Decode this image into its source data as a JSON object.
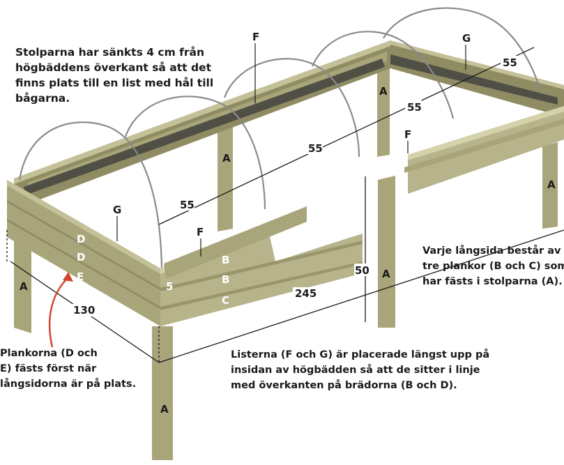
{
  "notes": {
    "top_left": [
      "Stolparna har sänkts 4 cm från",
      "högbäddens överkant så att det",
      "finns plats till en list med hål till",
      "bågarna."
    ],
    "right": [
      "Varje långsida består av",
      "tre plankor (B och C) som",
      "har fästs i stolparna (A)."
    ],
    "bottom_left": [
      "Plankorna (D och",
      "E) fästs först när",
      "långsidorna är på plats."
    ],
    "bottom": [
      "Listerna (F och G) är placerade längst upp på",
      "insidan av högbädden så att de sitter i linje",
      "med överkanten på brädorna (B och D)."
    ]
  },
  "labels": {
    "post_a": "A",
    "board_b": "B",
    "board_c": "C",
    "board_d": "D",
    "board_e": "E",
    "strip_f": "F",
    "strip_g": "G"
  },
  "dimensions": {
    "arch_spacing": "55",
    "length": "245",
    "width": "130",
    "height": "50",
    "post_drop": "5"
  },
  "colors": {
    "wood_light": "#c4c199",
    "wood_mid": "#a9a57a",
    "wood_dark": "#8f8b62",
    "soil": "#4f4f46",
    "arch": "#8a8a8a",
    "arrow": "#d2452c",
    "ink": "#1a1a1a"
  }
}
